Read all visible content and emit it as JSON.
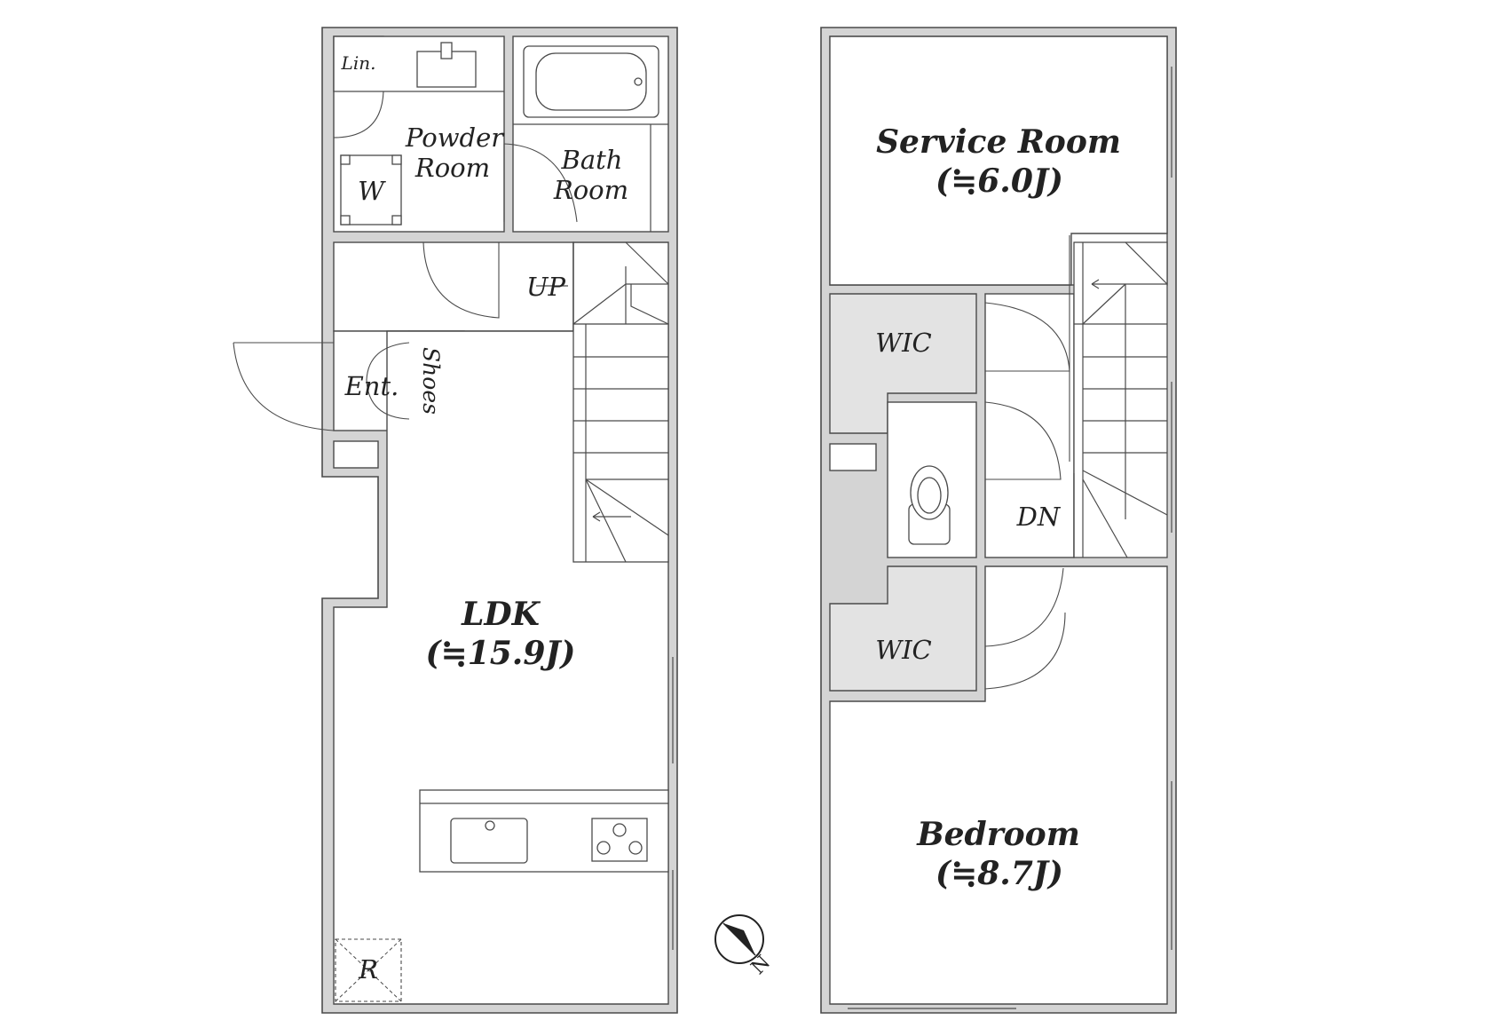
{
  "rooms": {
    "linen": "Lin.",
    "powder_room": [
      "Powder",
      "Room"
    ],
    "washer": "W",
    "bath_room": [
      "Bath",
      "Room"
    ],
    "up": "UP",
    "entrance": "Ent.",
    "shoes": "Shoes",
    "ldk": [
      "LDK",
      "(≒15.9J)"
    ],
    "refrigerator": "R",
    "service_room": [
      "Service Room",
      "(≒6.0J)"
    ],
    "wic_upper": "WIC",
    "wic_lower": "WIC",
    "down": "DN",
    "bedroom": [
      "Bedroom",
      "(≒8.7J)"
    ]
  },
  "compass": {
    "north_label": "N"
  }
}
